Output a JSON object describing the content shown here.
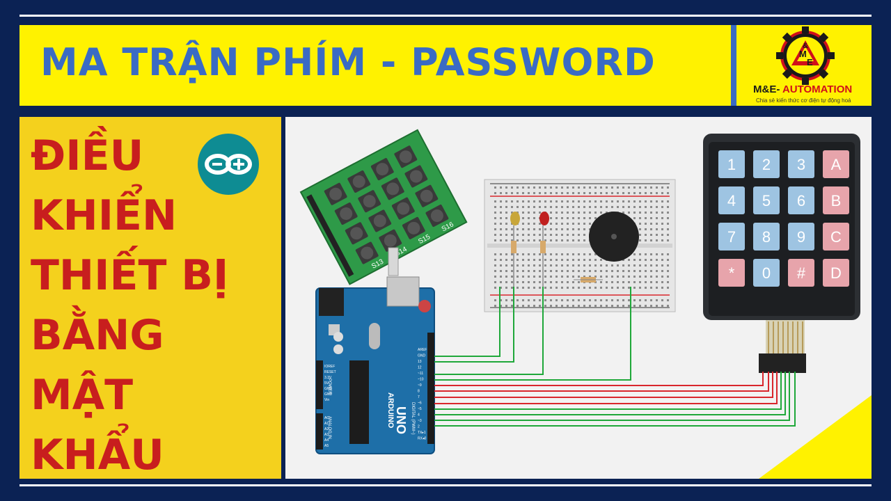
{
  "banner": {
    "title": "MA TRẬN PHÍM - PASSWORD",
    "logo_letters": [
      "M",
      "&",
      "E"
    ],
    "logo_brand": "M&E-",
    "logo_brand_accent": "AUTOMATION",
    "logo_tagline": "Chia sẻ kiến thức cơ điện tự động hoá"
  },
  "side": {
    "lines": [
      "ĐIỀU",
      "KHIỂN",
      "THIẾT BỊ",
      "BẰNG",
      "MẬT",
      "KHẨU"
    ],
    "icon": "arduino-icon"
  },
  "diagram": {
    "module_labels": [
      "S13",
      "S14",
      "S15",
      "S16"
    ],
    "keypad_keys": [
      [
        "1",
        "2",
        "3",
        "A"
      ],
      [
        "4",
        "5",
        "6",
        "B"
      ],
      [
        "7",
        "8",
        "9",
        "C"
      ],
      [
        "*",
        "0",
        "#",
        "D"
      ]
    ],
    "board_brand": "ARDUINO",
    "board_model": "UNO",
    "board_header_labels": [
      "AREF",
      "GND",
      "13",
      "12",
      "~11",
      "~10",
      "~9",
      "8",
      "7",
      "~6",
      "~5",
      "4",
      "~3",
      "2",
      "TX▸1",
      "RX◂0"
    ],
    "board_power_labels": [
      "IOREF",
      "RESET",
      "3.3V",
      "5V",
      "GND",
      "GND",
      "Vin"
    ],
    "board_analog_labels": [
      "A0",
      "A1",
      "A2",
      "A3",
      "A4",
      "A5"
    ],
    "board_section_power": "POWER",
    "board_section_analog": "ANALOG IN",
    "board_section_digital": "DIGITAL (PWM~)",
    "colors": {
      "banner_bg": "#fff200",
      "title_blue": "#3a6bc4",
      "side_red": "#c81e1e",
      "wire_green": "#1fa83a",
      "wire_red": "#d9262c",
      "board_blue": "#1e6fa8"
    }
  }
}
